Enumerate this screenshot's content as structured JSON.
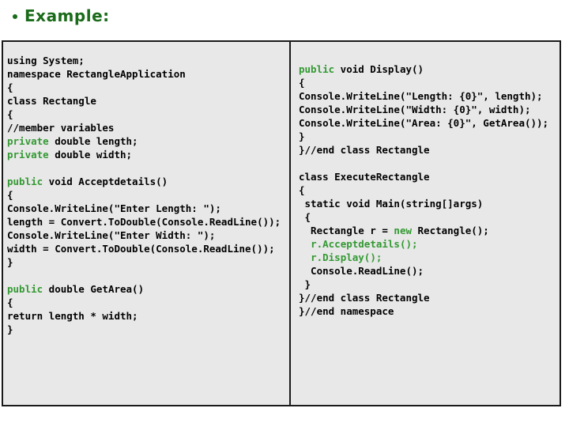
{
  "title": {
    "text": "Example:",
    "bullet_icon": "filled-dot"
  },
  "colors": {
    "title_green": "#1a6b1a",
    "keyword_green": "#339933",
    "code_text": "#000000",
    "cell_background": "#e8e8e8",
    "table_border": "#1a1a1a",
    "page_background": "#ffffff"
  },
  "code": {
    "left": [
      [
        {
          "t": "using System;"
        }
      ],
      [
        {
          "t": "namespace RectangleApplication"
        }
      ],
      [
        {
          "t": "{"
        }
      ],
      [
        {
          "t": "class Rectangle"
        }
      ],
      [
        {
          "t": "{"
        }
      ],
      [
        {
          "t": "//member variables"
        }
      ],
      [
        {
          "t": "private",
          "k": true
        },
        {
          "t": " double length;"
        }
      ],
      [
        {
          "t": "private",
          "k": true
        },
        {
          "t": " double width;"
        }
      ],
      [],
      [
        {
          "t": "public",
          "k": true
        },
        {
          "t": " void Acceptdetails()"
        }
      ],
      [
        {
          "t": "{"
        }
      ],
      [
        {
          "t": "Console.WriteLine(\"Enter Length: \");"
        }
      ],
      [
        {
          "t": "length = Convert.ToDouble(Console.ReadLine());"
        }
      ],
      [
        {
          "t": "Console.WriteLine(\"Enter Width: \");"
        }
      ],
      [
        {
          "t": "width = Convert.ToDouble(Console.ReadLine());"
        }
      ],
      [
        {
          "t": "}"
        }
      ],
      [],
      [
        {
          "t": "public",
          "k": true
        },
        {
          "t": " double GetArea()"
        }
      ],
      [
        {
          "t": "{"
        }
      ],
      [
        {
          "t": "return length * width;"
        }
      ],
      [
        {
          "t": "}"
        }
      ]
    ],
    "right": [
      [
        {
          "t": "public",
          "k": true
        },
        {
          "t": " void Display()"
        }
      ],
      [
        {
          "t": "{"
        }
      ],
      [
        {
          "t": "Console.WriteLine(\"Length: {0}\", length);"
        }
      ],
      [
        {
          "t": "Console.WriteLine(\"Width: {0}\", width);"
        }
      ],
      [
        {
          "t": "Console.WriteLine(\"Area: {0}\", GetArea());"
        }
      ],
      [
        {
          "t": "}"
        }
      ],
      [
        {
          "t": "}//end class Rectangle"
        }
      ],
      [],
      [
        {
          "t": "class ExecuteRectangle"
        }
      ],
      [
        {
          "t": "{"
        }
      ],
      [
        {
          "t": " static void Main(string[]args)"
        }
      ],
      [
        {
          "t": " {"
        }
      ],
      [
        {
          "t": "  Rectangle r = "
        },
        {
          "t": "new",
          "k": true
        },
        {
          "t": " Rectangle();"
        }
      ],
      [
        {
          "t": "  "
        },
        {
          "t": "r.Acceptdetails();",
          "k": true
        }
      ],
      [
        {
          "t": "  "
        },
        {
          "t": "r.Display();",
          "k": true
        }
      ],
      [
        {
          "t": "  Console.ReadLine();"
        }
      ],
      [
        {
          "t": " }"
        }
      ],
      [
        {
          "t": "}//end class Rectangle"
        }
      ],
      [
        {
          "t": "}//end namespace"
        }
      ]
    ]
  }
}
